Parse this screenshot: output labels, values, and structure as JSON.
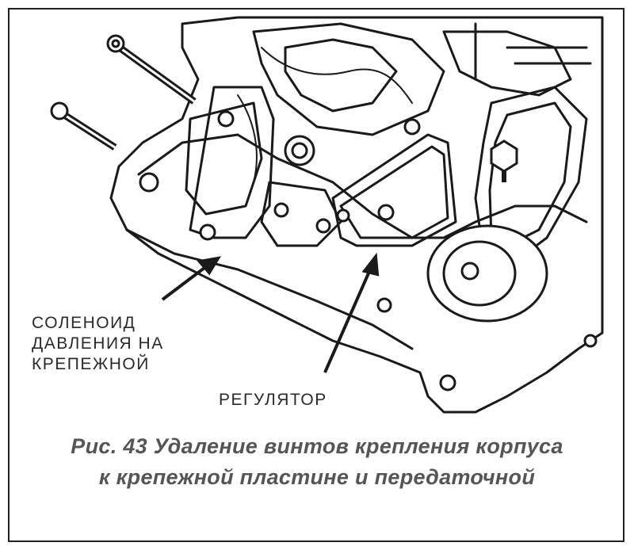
{
  "callouts": {
    "solenoid": [
      "СОЛЕНОИД",
      "ДАВЛЕНИЯ НА",
      "КРЕПЕЖНОЙ"
    ],
    "regulator": "РЕГУЛЯТОР"
  },
  "caption": {
    "line1": "Рис. 43 Удаление винтов крепления корпуса",
    "line2": "к крепежной пластине и передаточной"
  }
}
